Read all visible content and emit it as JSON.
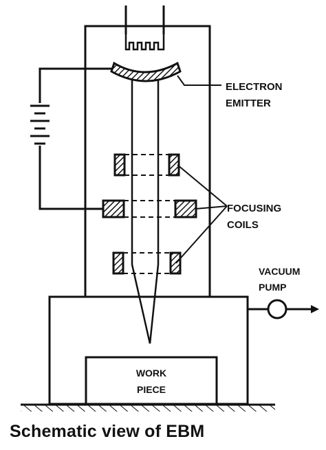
{
  "labels": {
    "electron_emitter": [
      "ELECTRON",
      "EMITTER"
    ],
    "focusing_coils": [
      "FOCUSING",
      "COILS"
    ],
    "vacuum_pump": [
      "VACUUM",
      "PUMP"
    ],
    "work_piece": [
      "WORK",
      "PIECE"
    ]
  },
  "caption": "Schematic view of  EBM"
}
